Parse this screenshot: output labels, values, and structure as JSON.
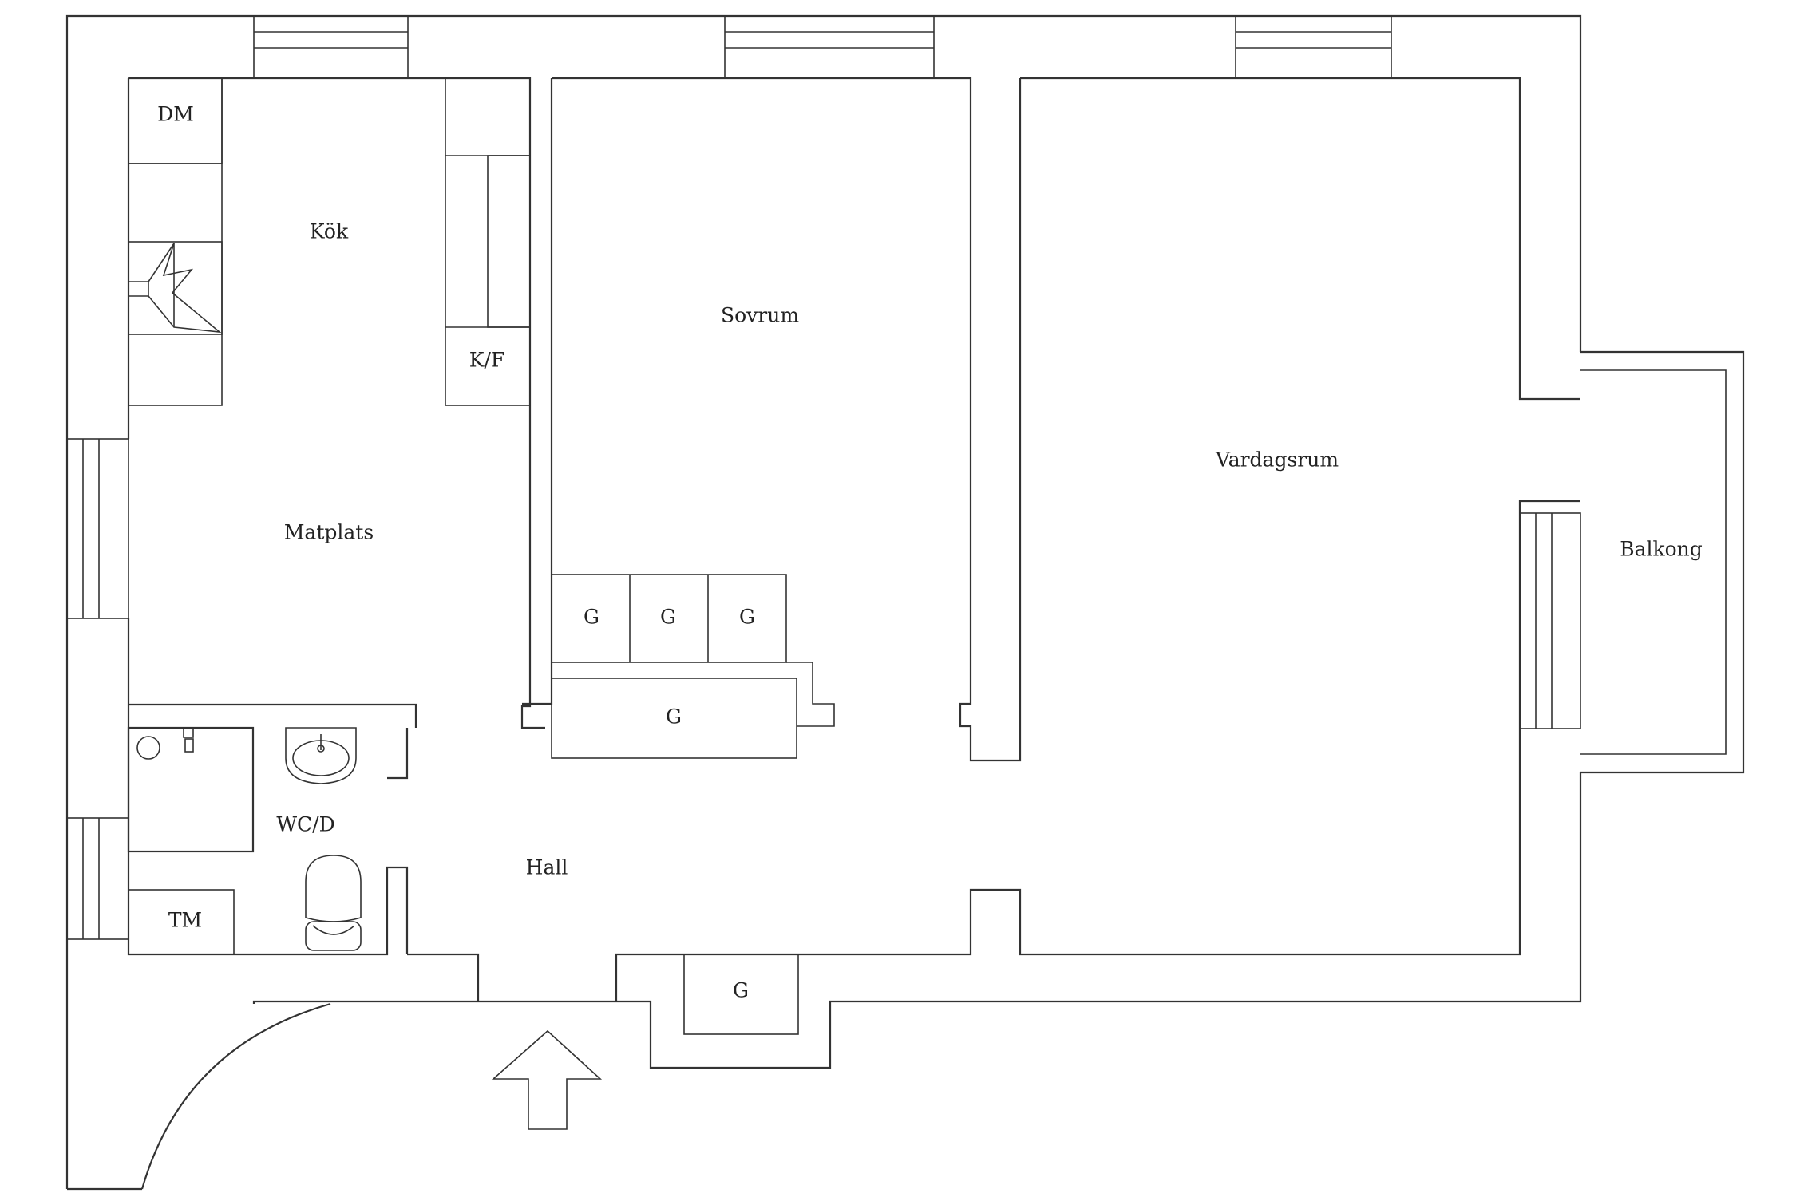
{
  "rooms": {
    "kok": "Kök",
    "matplats": "Matplats",
    "sovrum": "Sovrum",
    "vardagsrum": "Vardagsrum",
    "balkong": "Balkong",
    "wcd": "WC/D",
    "hall": "Hall"
  },
  "fixtures": {
    "dm": "DM",
    "kf": "K/F",
    "tm": "TM",
    "closet_label": "G"
  }
}
